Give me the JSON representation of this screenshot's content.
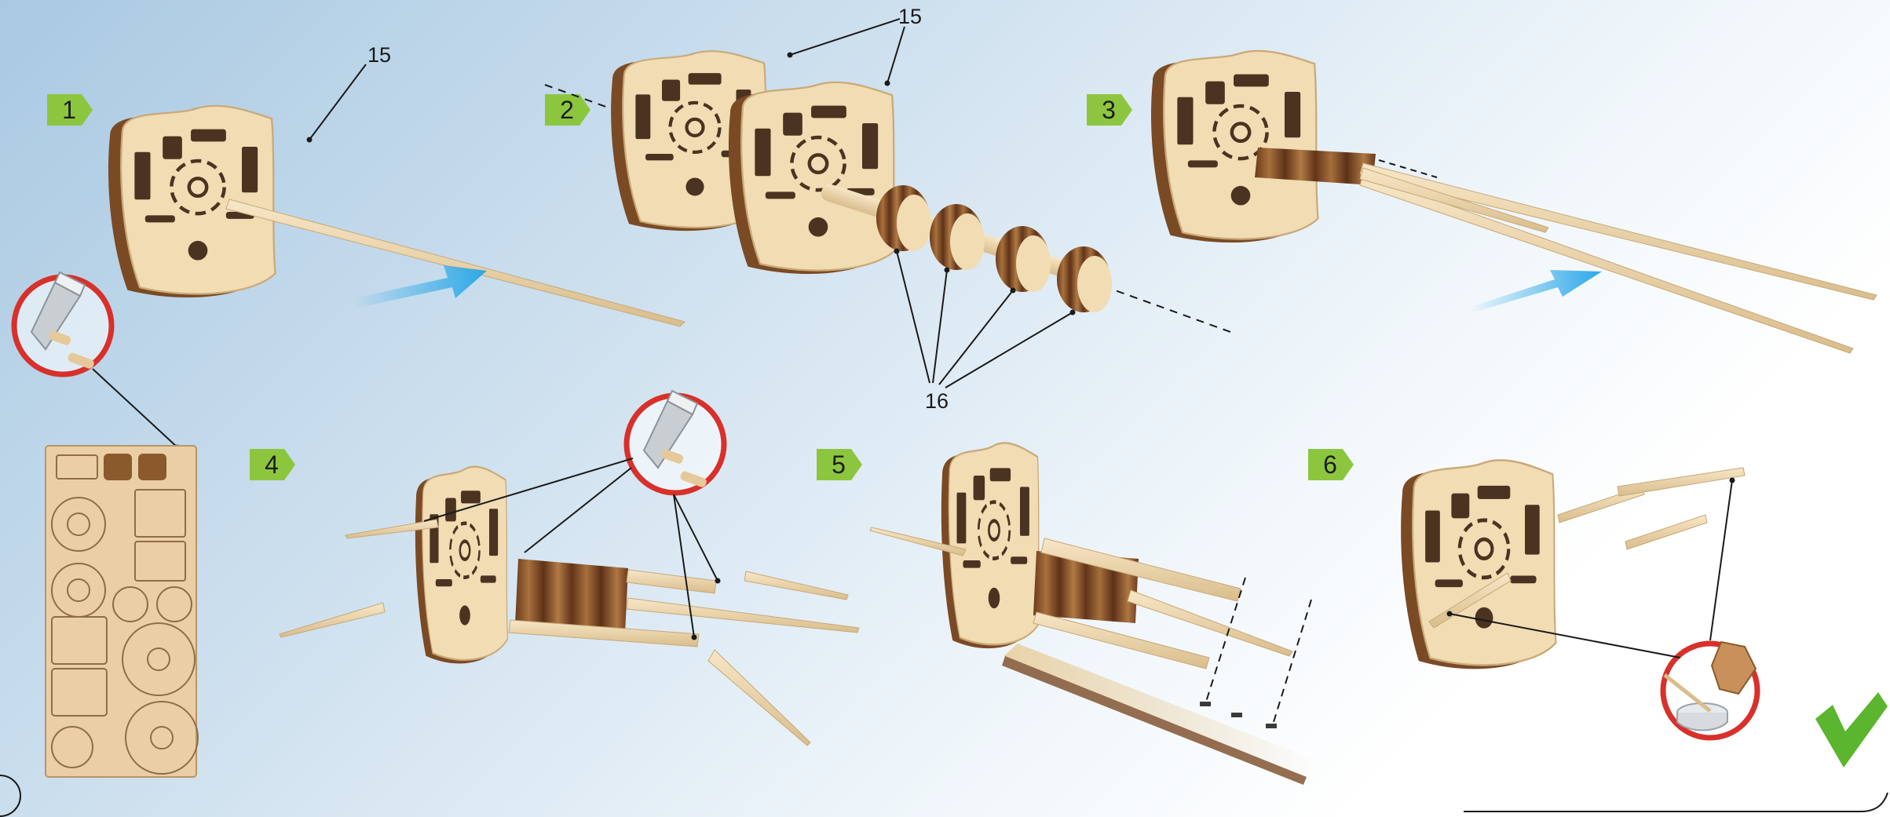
{
  "steps": [
    {
      "number": "1"
    },
    {
      "number": "2"
    },
    {
      "number": "3"
    },
    {
      "number": "4"
    },
    {
      "number": "5"
    },
    {
      "number": "6"
    }
  ],
  "callouts": {
    "part_15_a": "15",
    "part_15_b": "15",
    "part_16": "16"
  },
  "colors": {
    "badge_green": "#8cc63f",
    "arrow_blue": "#2aa8e8",
    "warning_red": "#d8302a",
    "check_green": "#5bb52e",
    "wood_light": "#f1dcb3",
    "wood_dark": "#7a4a25"
  },
  "icons": [
    "cutter-blade-icon",
    "glue-jar-icon",
    "checkmark-icon"
  ]
}
